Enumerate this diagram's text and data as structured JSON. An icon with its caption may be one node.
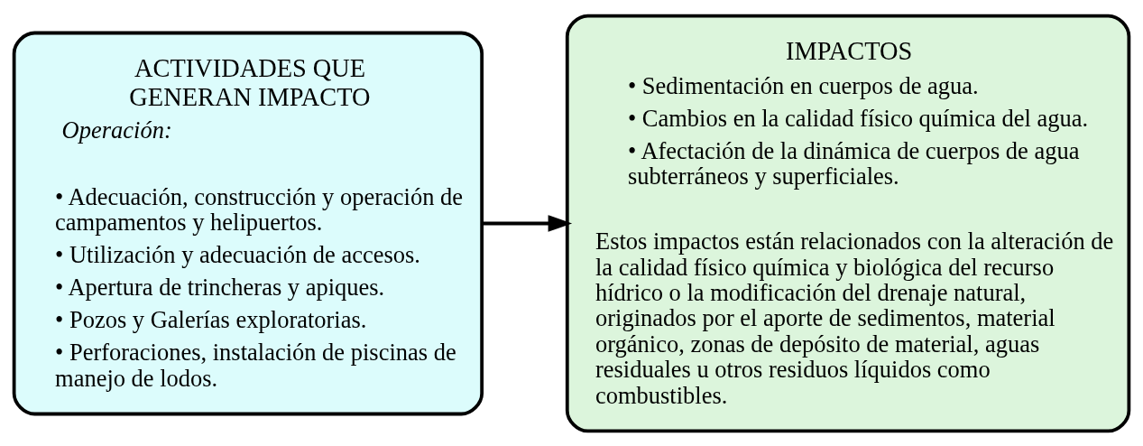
{
  "diagram": {
    "nodes": [
      {
        "text": [
          "ACTIVIDADES QUE GENERAN IMPACTO",
          "Operación:",
          "• Adecuación, construcción y operación de campamentos y helipuertos.",
          "• Utilización y adecuación de accesos.",
          "• Apertura de trincheras y apiques.",
          "• Pozos y Galerías exploratorias.",
          "• Perforaciones, instalación de piscinas de manejo de lodos."
        ]
      },
      {
        "text": [
          "IMPACTOS",
          "• Sedimentación en cuerpos de agua.",
          "• Cambios en la calidad físico química del agua.",
          "• Afectación de la dinámica de cuerpos de agua subterráneos y superficiales.",
          "Estos impactos están relacionados con la alteración de la calidad físico química y biológica del recurso hídrico o la modificación del drenaje natural, originados por el aporte de sedimentos, material orgánico, zonas de depósito de material, aguas residuales u otros residuos líquidos como combustibles."
        ]
      }
    ],
    "edges": [
      {
        "from": 0,
        "to": 1,
        "arrow": "to"
      }
    ]
  }
}
